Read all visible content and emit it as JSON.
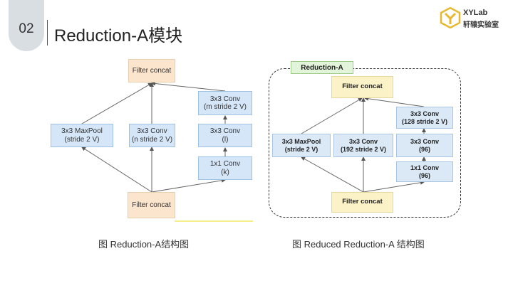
{
  "header": {
    "slide_number": "02",
    "title": "Reduction-A模块"
  },
  "logo": {
    "name": "XYLab",
    "subtitle": "轩辕实验室",
    "icon": "xy-lab-logo-icon",
    "color": "#e7b931"
  },
  "left_diagram": {
    "nodes": {
      "top_concat": "Filter concat",
      "maxpool": "3x3 MaxPool\n(stride 2 V)",
      "conv_mid": "3x3 Conv\n(n stride 2 V)",
      "conv_top": "3x3 Conv\n(m stride 2 V)",
      "conv_l": "3x3 Conv\n(l)",
      "conv_k": "1x1 Conv\n(k)",
      "bottom_concat": "Filter concat"
    },
    "caption": "图 Reduction-A结构图"
  },
  "right_diagram": {
    "label": "Reduction-A",
    "nodes": {
      "top_concat": "Filter concat",
      "maxpool": "3x3 MaxPool\n(stride 2 V)",
      "conv_mid": "3x3 Conv\n(192 stride 2 V)",
      "conv_top": "3x3 Conv\n(128 stride 2 V)",
      "conv_96a": "3x3 Conv\n(96)",
      "conv_96b": "1x1 Conv\n(96)",
      "bottom_concat": "Filter concat"
    },
    "caption": "图 Reduced Reduction-A 结构图"
  },
  "colors": {
    "concat_fill": "#fbe5cc",
    "conv_fill": "#d4e6f8",
    "concat_fill_right": "#fcf2c8",
    "label_fill": "#e2f4d9"
  }
}
